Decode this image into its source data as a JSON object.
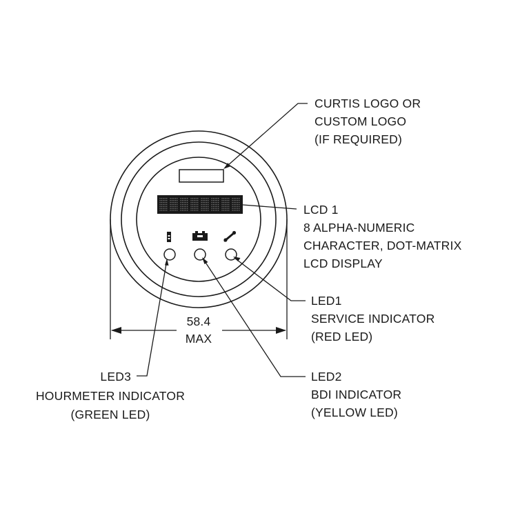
{
  "callouts": {
    "logo": {
      "lines": [
        "CURTIS LOGO OR",
        "CUSTOM LOGO",
        "(IF REQUIRED)"
      ]
    },
    "lcd": {
      "lines": [
        "LCD 1",
        "8 ALPHA-NUMERIC",
        "CHARACTER, DOT-MATRIX",
        "LCD DISPLAY"
      ]
    },
    "led1": {
      "lines": [
        "LED1",
        "SERVICE INDICATOR",
        "(RED LED)"
      ]
    },
    "led2": {
      "lines": [
        "LED2",
        "BDI INDICATOR",
        "(YELLOW LED)"
      ]
    },
    "led3": {
      "lines": [
        "LED3",
        "HOURMETER INDICATOR",
        "(GREEN LED)"
      ]
    }
  },
  "dimension": {
    "value": "58.4",
    "unit": "MAX"
  },
  "icons": {
    "led3_symbol": "hourglass-icon",
    "led2_symbol": "battery-icon",
    "led1_symbol": "wrench-icon"
  }
}
